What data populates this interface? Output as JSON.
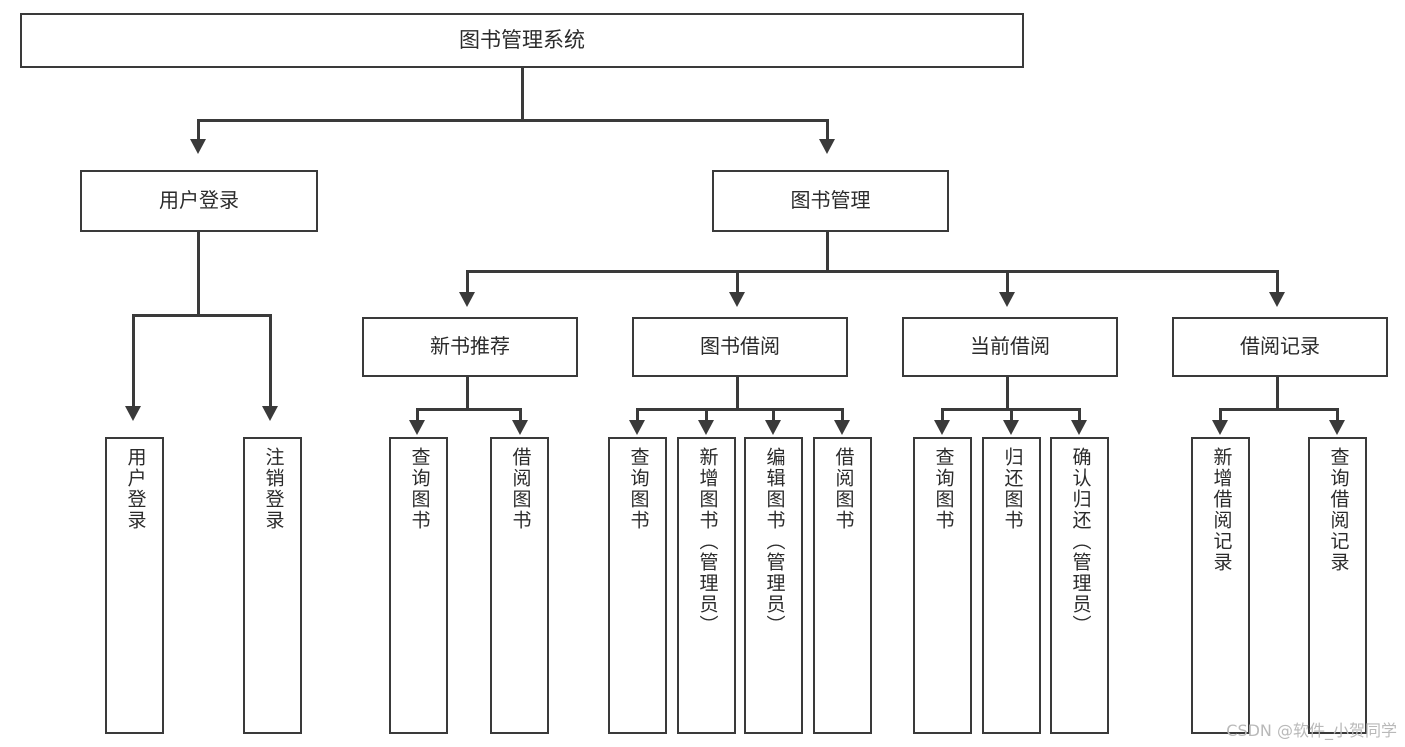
{
  "diagram": {
    "title_box": {
      "label": "图书管理系统"
    },
    "level2": [
      {
        "label": "用户登录"
      },
      {
        "label": "图书管理"
      }
    ],
    "level3": [
      {
        "label": "新书推荐"
      },
      {
        "label": "图书借阅"
      },
      {
        "label": "当前借阅"
      },
      {
        "label": "借阅记录"
      }
    ],
    "leaves": {
      "user_login": [
        {
          "label": "用户登录"
        },
        {
          "label": "注销登录"
        }
      ],
      "new_book_recommend": [
        {
          "label": "查询图书"
        },
        {
          "label": "借阅图书"
        }
      ],
      "book_borrow": [
        {
          "label": "查询图书"
        },
        {
          "label": "新增图书（管理员）"
        },
        {
          "label": "编辑图书（管理员）"
        },
        {
          "label": "借阅图书"
        }
      ],
      "current_borrow": [
        {
          "label": "查询图书"
        },
        {
          "label": "归还图书"
        },
        {
          "label": "确认归还（管理员）"
        }
      ],
      "borrow_record": [
        {
          "label": "新增借阅记录"
        },
        {
          "label": "查询借阅记录"
        }
      ]
    }
  },
  "watermark": {
    "text": "CSDN @软件_小贺同学"
  },
  "colors": {
    "box_border": "#3a3a3a",
    "box_fill": "#ffffff",
    "text": "#2b2b2b",
    "connector": "#3a3a3a",
    "watermark": "#b9b9b9"
  }
}
